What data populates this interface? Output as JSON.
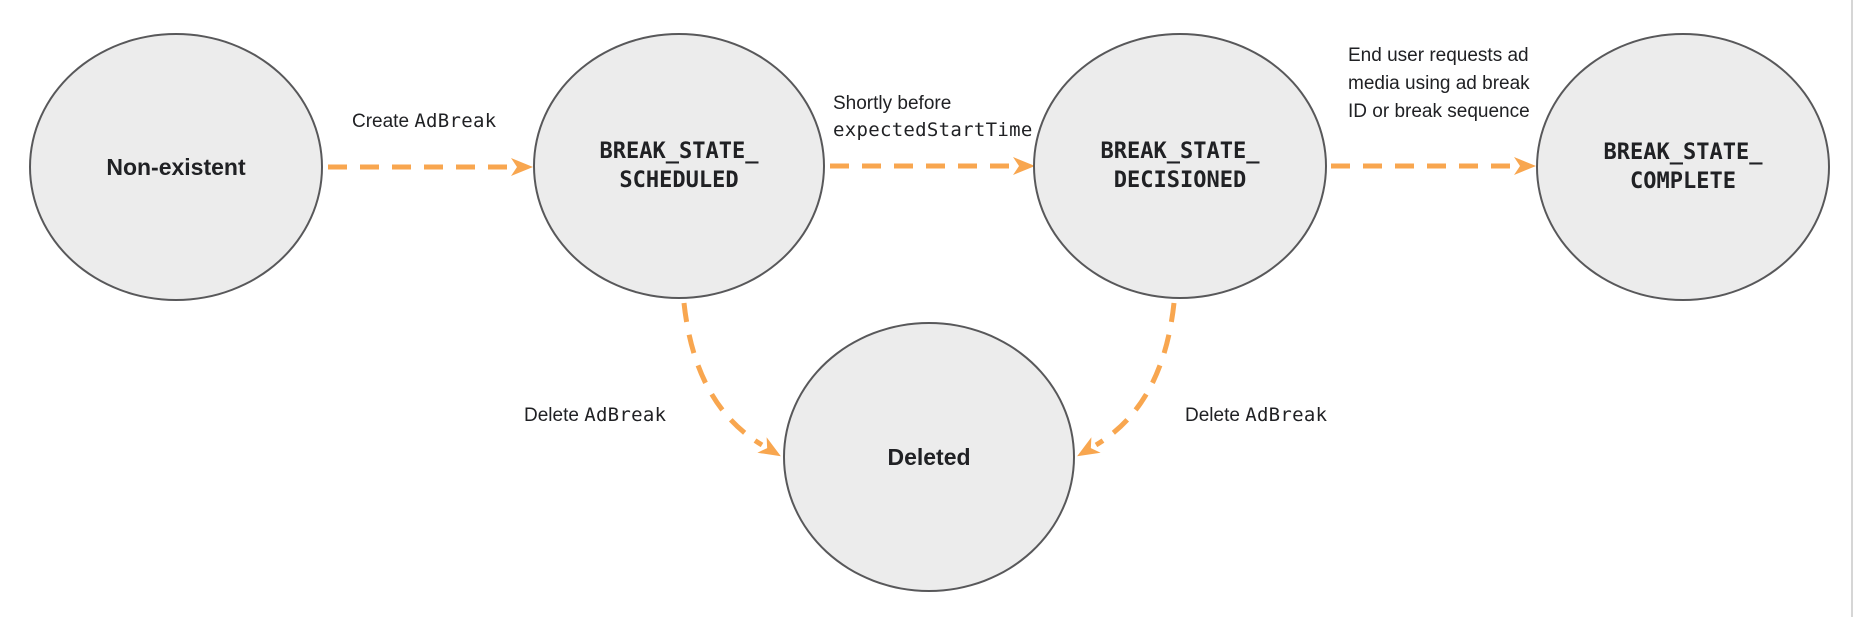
{
  "diagram": {
    "colors": {
      "accent": "#F8A64F",
      "node_fill": "#ECECEC",
      "node_stroke": "#58585A",
      "text": "#202124",
      "rule": "#D6D6D6"
    },
    "nodes": [
      {
        "id": "non-existent",
        "label": "Non-existent"
      },
      {
        "id": "break-state-scheduled",
        "label": "BREAK_STATE_\nSCHEDULED"
      },
      {
        "id": "break-state-decisioned",
        "label": "BREAK_STATE_\nDECISIONED"
      },
      {
        "id": "break-state-complete",
        "label": "BREAK_STATE_\nCOMPLETE"
      },
      {
        "id": "deleted",
        "label": "Deleted"
      }
    ],
    "edges": [
      {
        "from": "non-existent",
        "to": "break-state-scheduled",
        "label_text": "Create ",
        "label_code": "AdBreak"
      },
      {
        "from": "break-state-scheduled",
        "to": "break-state-decisioned",
        "label_text": "Shortly before",
        "label_code": "expectedStartTime"
      },
      {
        "from": "break-state-decisioned",
        "to": "break-state-complete",
        "label_text": "End user requests ad media using ad break ID or break sequence",
        "label_code": ""
      },
      {
        "from": "break-state-scheduled",
        "to": "deleted",
        "label_text": "Delete ",
        "label_code": "AdBreak"
      },
      {
        "from": "break-state-decisioned",
        "to": "deleted",
        "label_text": "Delete ",
        "label_code": "AdBreak"
      }
    ]
  }
}
